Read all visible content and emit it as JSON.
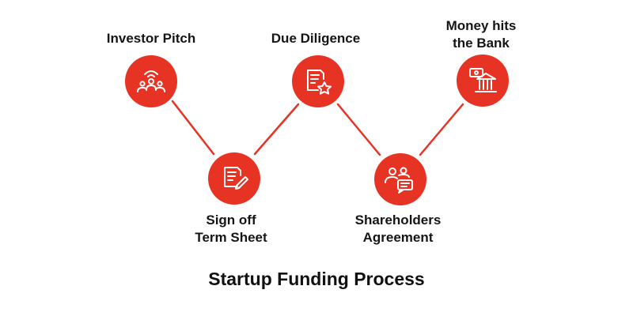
{
  "title": "Startup Funding Process",
  "colors": {
    "node_fill": "#e63323",
    "connector": "#e63323",
    "icon": "#ffffff",
    "text": "#151515"
  },
  "steps": [
    {
      "label_lines": [
        "Investor Pitch"
      ],
      "icon": "group-broadcast-icon"
    },
    {
      "label_lines": [
        "Sign off",
        "Term Sheet"
      ],
      "icon": "document-pen-icon"
    },
    {
      "label_lines": [
        "Due Diligence"
      ],
      "icon": "document-star-icon"
    },
    {
      "label_lines": [
        "Shareholders",
        "Agreement"
      ],
      "icon": "people-chat-icon"
    },
    {
      "label_lines": [
        "Money hits",
        "the Bank"
      ],
      "icon": "bank-money-icon"
    }
  ]
}
